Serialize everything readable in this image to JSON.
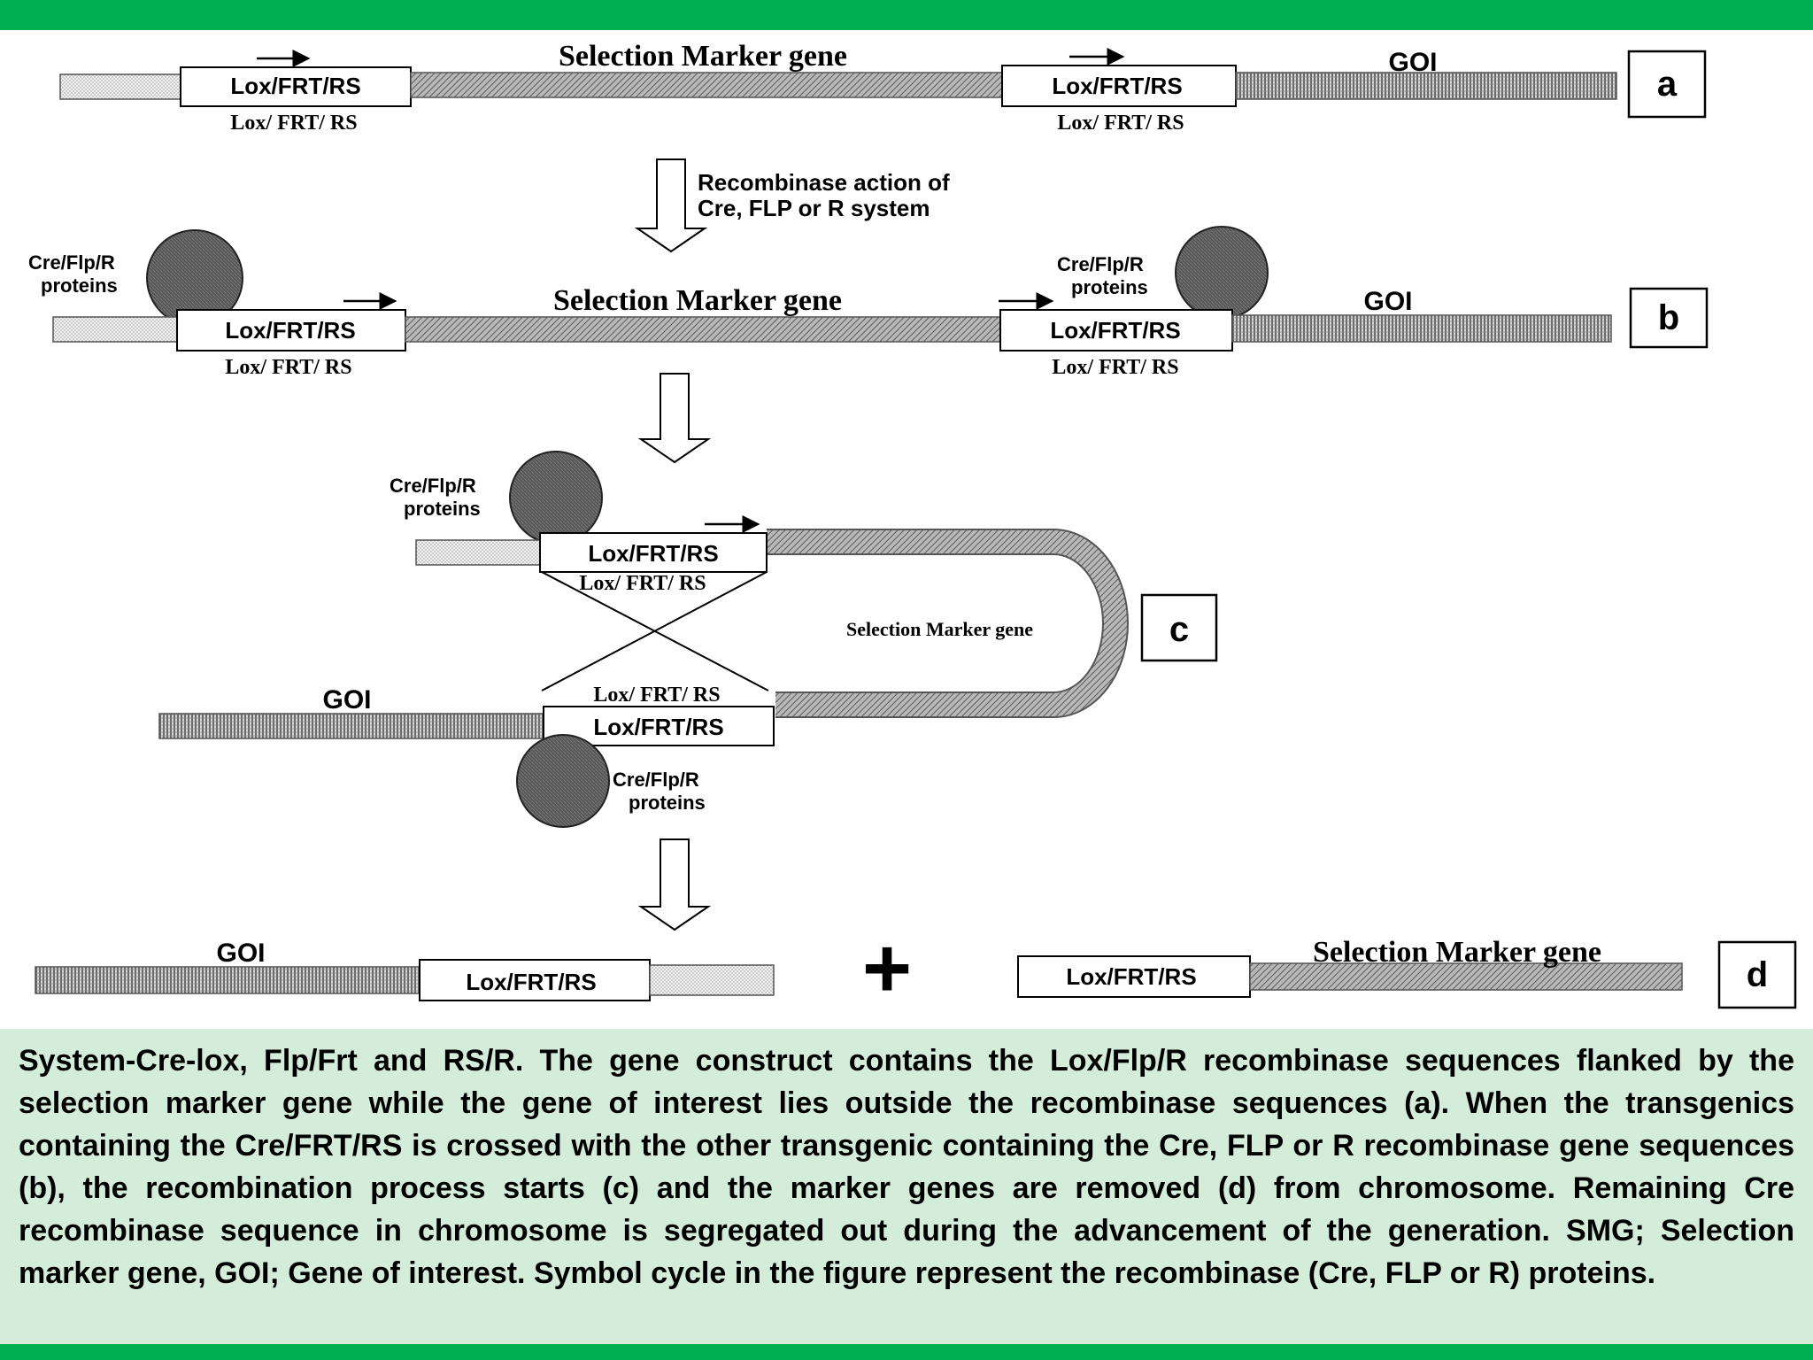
{
  "diagram": {
    "labels": {
      "selection_marker_gene": "Selection Marker gene",
      "goi": "GOI",
      "site_box": "Lox/FRT/RS",
      "site_under": "Lox/ FRT/ RS",
      "recombinase_line1": "Recombinase action of",
      "recombinase_line2": "Cre, FLP or R system",
      "protein_line1": "Cre/Flp/R",
      "protein_line2": "proteins",
      "plus": "+"
    },
    "panels": [
      "a",
      "b",
      "c",
      "d"
    ]
  },
  "caption": "System-Cre-lox, Flp/Frt and RS/R. The gene construct contains the Lox/Flp/R recombinase sequences flanked by the selection marker gene while the gene of interest lies outside the recombinase sequences (a). When the transgenics containing the Cre/FRT/RS is crossed with the other transgenic containing the Cre, FLP or R recombinase gene sequences (b), the recombination process starts (c) and the marker genes are removed (d) from chromosome. Remaining Cre recombinase sequence in chromosome is segregated out during the advancement of the generation. SMG; Selection marker gene, GOI; Gene of interest. Symbol cycle in the figure represent the recombinase (Cre, FLP or R) proteins.",
  "colors": {
    "band": "#00b050",
    "caption_bg": "#d4edda"
  }
}
